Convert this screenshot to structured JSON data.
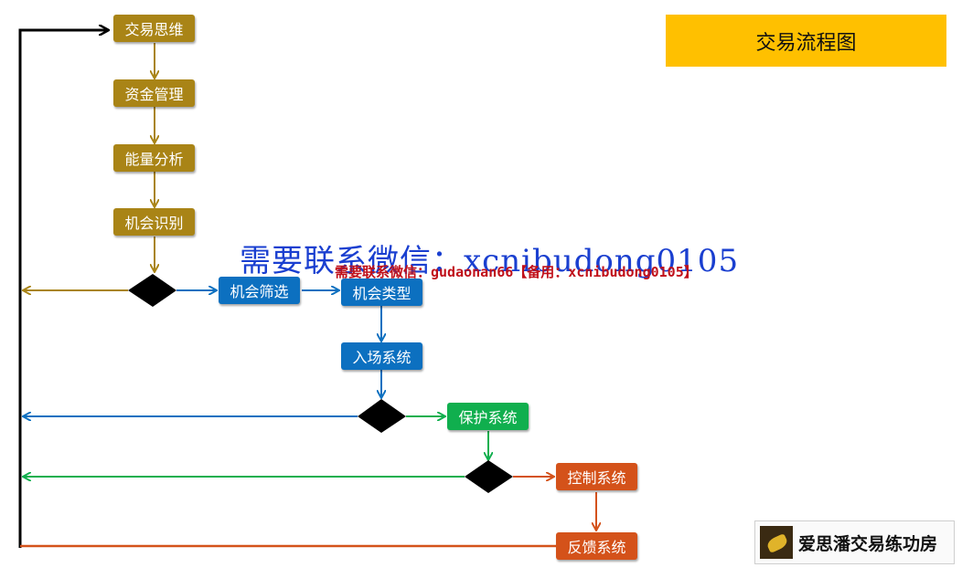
{
  "title": "交易流程图",
  "nodes": {
    "jiaoyi_siwei": "交易思维",
    "zijin_guanli": "资金管理",
    "nengliang_fenxi": "能量分析",
    "jihui_shibie": "机会识别",
    "jihui_shaixuan": "机会筛选",
    "jihui_leixing": "机会类型",
    "ruchang_xitong": "入场系统",
    "baohu_xitong": "保护系统",
    "kongzhi_xitong": "控制系统",
    "fankui_xitong": "反馈系统"
  },
  "watermarks": {
    "big": "需要联系微信：xcnibudong0105",
    "red": "需要联系微信：gudaonan66【备用：xcnibudong0105】"
  },
  "logo": {
    "text": "爱思潘交易练功房"
  },
  "colors": {
    "gold": "#A98416",
    "blue": "#0C70C0",
    "green": "#10AF4E",
    "orange": "#D4521A",
    "black": "#000000",
    "title_bg": "#FFC000"
  }
}
